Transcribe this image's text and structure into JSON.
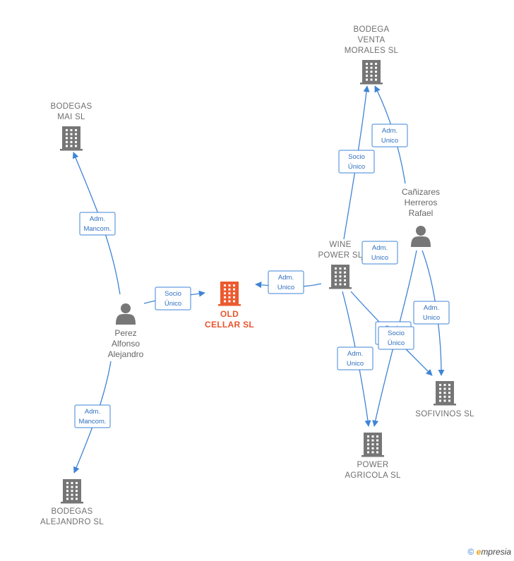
{
  "nodes": [
    {
      "id": "bodega-venta-morales",
      "type": "company",
      "lines": [
        "BODEGA",
        "VENTA",
        "MORALES SL"
      ]
    },
    {
      "id": "bodegas-mai",
      "type": "company",
      "lines": [
        "BODEGAS",
        "MAI  SL"
      ]
    },
    {
      "id": "canizares",
      "type": "person",
      "lines": [
        "Cañizares",
        "Herreros",
        "Rafael"
      ]
    },
    {
      "id": "wine-power",
      "type": "company",
      "lines": [
        "WINE",
        "POWER  SL"
      ]
    },
    {
      "id": "old-cellar",
      "type": "company",
      "main": true,
      "lines": [
        "OLD",
        "CELLAR  SL"
      ]
    },
    {
      "id": "perez",
      "type": "person",
      "lines": [
        "Perez",
        "Alfonso",
        "Alejandro"
      ]
    },
    {
      "id": "sofivinos",
      "type": "company",
      "lines": [
        "SOFIVINOS SL"
      ]
    },
    {
      "id": "power-agricola",
      "type": "company",
      "lines": [
        "POWER",
        "AGRICOLA  SL"
      ]
    },
    {
      "id": "bodegas-alejandro",
      "type": "company",
      "lines": [
        "BODEGAS",
        "ALEJANDRO SL"
      ]
    }
  ],
  "edges": [
    {
      "id": "perez-mai",
      "lines": [
        "Adm.",
        "Mancom."
      ]
    },
    {
      "id": "perez-oldcellar",
      "lines": [
        "Socio",
        "Único"
      ]
    },
    {
      "id": "perez-alejandro",
      "lines": [
        "Adm.",
        "Mancom."
      ]
    },
    {
      "id": "wine-oldcellar",
      "lines": [
        "Adm.",
        "Unico"
      ]
    },
    {
      "id": "wine-morales",
      "lines": [
        "Socio",
        "Único"
      ]
    },
    {
      "id": "canizares-morales",
      "lines": [
        "Adm.",
        "Unico"
      ]
    },
    {
      "id": "canizares-wine",
      "lines": [
        "Adm.",
        "Unico"
      ]
    },
    {
      "id": "canizares-sofivinos",
      "lines": [
        "Adm.",
        "Unico"
      ]
    },
    {
      "id": "wine-agricola",
      "lines": [
        "Adm.",
        "Unico"
      ]
    },
    {
      "id": "wine-sofivinos",
      "lines": [
        "Socio",
        "Único"
      ]
    },
    {
      "id": "canizares-agricola",
      "lines": [
        "Socio",
        "Único"
      ]
    }
  ],
  "footer": {
    "copyright": "©",
    "brand_initial": "e",
    "brand_rest": "mpresia"
  },
  "colors": {
    "edge": "#3f84d6",
    "company": "#767676",
    "main_company": "#ec5a2f",
    "person": "#777777"
  }
}
